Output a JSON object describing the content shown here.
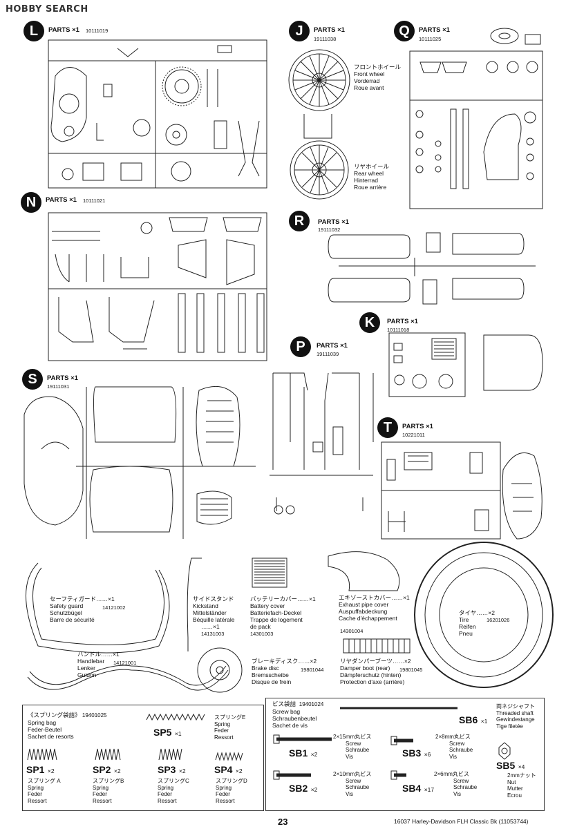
{
  "brand": {
    "logo_text": "HOBBY SEARCH"
  },
  "sections": {
    "L": {
      "letter": "L",
      "parts": "PARTS ×1",
      "code": "10111019"
    },
    "J": {
      "letter": "J",
      "parts": "PARTS ×1",
      "code": "19111038"
    },
    "Q": {
      "letter": "Q",
      "parts": "PARTS ×1",
      "code": "10111025"
    },
    "N": {
      "letter": "N",
      "parts": "PARTS ×1",
      "code": "10111021"
    },
    "R": {
      "letter": "R",
      "parts": "PARTS ×1",
      "code": "19111032"
    },
    "K": {
      "letter": "K",
      "parts": "PARTS ×1",
      "code": "10111018"
    },
    "P": {
      "letter": "P",
      "parts": "PARTS ×1",
      "code": "19111039"
    },
    "S": {
      "letter": "S",
      "parts": "PARTS ×1",
      "code": "19111031"
    },
    "T": {
      "letter": "T",
      "parts": "PARTS ×1",
      "code": "10221011"
    }
  },
  "wheels": {
    "front": [
      "フロントホイール",
      "Front wheel",
      "Vorderrad",
      "Roue avant"
    ],
    "rear": [
      "リヤホイール",
      "Rear wheel",
      "Hinterrad",
      "Roue arrière"
    ]
  },
  "items": {
    "safety_guard": {
      "lines": [
        "セーフティガード……×1",
        "Safety guard",
        "Schutzbügel",
        "Barre de sécurité"
      ],
      "code": "14121002"
    },
    "kickstand": {
      "lines": [
        "サイドスタンド",
        "Kickstand",
        "Mittelständer",
        "Béquille latérale",
        "……×1"
      ],
      "code": "14131003"
    },
    "battery_cover": {
      "lines": [
        "バッテリーカバー……×1",
        "Battery cover",
        "Batteriefach-Deckel",
        "Trappe de logement",
        "de pack"
      ],
      "code": "14301003"
    },
    "exhaust_cover": {
      "lines": [
        "エキゾーストカバー……×1",
        "Exhaust pipe cover",
        "Auspuffabdeckung",
        "Cache d'échappement"
      ],
      "code": "14301004"
    },
    "tire": {
      "lines": [
        "タイヤ……×2",
        "Tire",
        "Reifen",
        "Pneu"
      ],
      "code": "16201026"
    },
    "handlebar": {
      "lines": [
        "ハンドル……×1",
        "Handlebar",
        "Lenker",
        "Guidon"
      ],
      "code": "14121001"
    },
    "brake_disc": {
      "lines": [
        "ブレーキディスク……×2",
        "Brake disc",
        "Bremsscheibe",
        "Disque de frein"
      ],
      "code": "19801044"
    },
    "damper_boot": {
      "lines": [
        "リヤダンパーブーツ……×2",
        "Damper boot (rear)",
        "Dämpferschutz (hinten)",
        "Protection d'axe (arrière)"
      ],
      "code": "19801045"
    }
  },
  "spring_bag": {
    "title": "《スプリング袋詰》",
    "code": "19401025",
    "lines": [
      "Spring bag",
      "Feder-Beutel",
      "Sachet de resorts"
    ],
    "sp5": {
      "id": "SP5",
      "qty": "×1",
      "desc": [
        "スプリングE",
        "Spring",
        "Feder",
        "Ressort"
      ]
    },
    "sp1": {
      "id": "SP1",
      "qty": "×2",
      "desc": [
        "スプリング A",
        "Spring",
        "Feder",
        "Ressort"
      ]
    },
    "sp2": {
      "id": "SP2",
      "qty": "×2",
      "desc": [
        "スプリングB",
        "Spring",
        "Feder",
        "Ressort"
      ]
    },
    "sp3": {
      "id": "SP3",
      "qty": "×2",
      "desc": [
        "スプリングC",
        "Spring",
        "Feder",
        "Ressort"
      ]
    },
    "sp4": {
      "id": "SP4",
      "qty": "×2",
      "desc": [
        "スプリングD",
        "Spring",
        "Feder",
        "Ressort"
      ]
    }
  },
  "screw_bag": {
    "title": "ビス袋詰",
    "code": "19401024",
    "lines": [
      "Screw bag",
      "Schraubenbeutel",
      "Sachet de vis"
    ],
    "sb6": {
      "id": "SB6",
      "qty": "×1",
      "desc": [
        "両ネジシャフト",
        "Threaded shaft",
        "Gewindestange",
        "Tige filetée"
      ]
    },
    "sb1": {
      "id": "SB1",
      "qty": "×2",
      "desc": [
        "2×15mm丸ビス",
        "Screw",
        "Schraube",
        "Vis"
      ]
    },
    "sb3": {
      "id": "SB3",
      "qty": "×6",
      "desc": [
        "2×8mm丸ビス",
        "Screw",
        "Schraube",
        "Vis"
      ]
    },
    "sb5": {
      "id": "SB5",
      "qty": "×4",
      "desc": [
        "2mmナット",
        "Nut",
        "Mutter",
        "Ecrou"
      ]
    },
    "sb2": {
      "id": "SB2",
      "qty": "×2",
      "desc": [
        "2×10mm丸ビス",
        "Screw",
        "Schraube",
        "Vis"
      ]
    },
    "sb4": {
      "id": "SB4",
      "qty": "×17",
      "desc": [
        "2×6mm丸ビス",
        "Screw",
        "Schraube",
        "Vis"
      ]
    }
  },
  "footer": {
    "page": "23",
    "product": "16037 Harley-Davidson FLH Classic Bk (11053744)"
  }
}
